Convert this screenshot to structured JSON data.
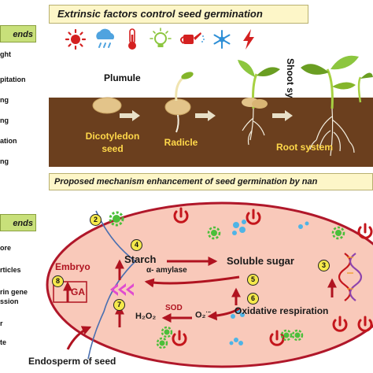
{
  "sidebar_top": {
    "heading": "ends",
    "items": [
      "ght",
      "pitation",
      "ng",
      "ng",
      "ation",
      "ng"
    ]
  },
  "sidebar_bottom": {
    "heading": "ends",
    "items": [
      "ore",
      "rticles",
      "rin gene",
      "ssion",
      "r",
      "te"
    ]
  },
  "top_panel": {
    "banner": "Extrinsic factors control seed germination",
    "shoot_label": "Shoot system",
    "plumule_label": "Plumule",
    "seed_label_1": "Dicotyledon",
    "seed_label_2": "seed",
    "radicle_label": "Radicle",
    "root_label": "Root system"
  },
  "mechanism": {
    "banner": "Proposed mechanism enhancement of seed germination by nan",
    "embryo": "Embryo",
    "ga": "GA",
    "starch": "Starch",
    "amylase": "α- amylase",
    "soluble_sugar": "Soluble sugar",
    "sod": "SOD",
    "h2o2": "H₂O₂",
    "o2": "O₂",
    "o2_sup": "·−",
    "oxidative": "Oxidative respiration",
    "endosperm": "Endosperm of seed",
    "numbers": [
      "2",
      "4",
      "3",
      "5",
      "6",
      "7",
      "8"
    ]
  },
  "colors": {
    "soil": "#6b3f1e",
    "ellipse_fill": "#f9c9ba",
    "ellipse_border": "#b0172a",
    "arrow_red": "#b01320",
    "sidebar_green": "#c8e07a",
    "banner_cream": "#fdf6c8"
  }
}
